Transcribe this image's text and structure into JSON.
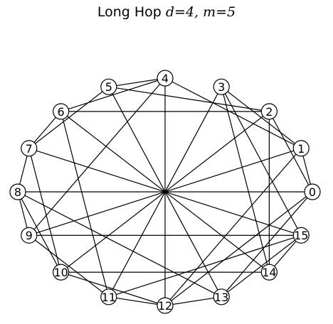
{
  "title": {
    "prefix": "Long Hop",
    "params": "d=4, m=5"
  },
  "graph": {
    "node_fill": "#ffffff",
    "node_stroke": "#000000",
    "edge_color": "#000000",
    "nodes": [
      {
        "id": "0",
        "label": "0"
      },
      {
        "id": "1",
        "label": "1"
      },
      {
        "id": "2",
        "label": "2"
      },
      {
        "id": "3",
        "label": "3"
      },
      {
        "id": "4",
        "label": "4"
      },
      {
        "id": "5",
        "label": "5"
      },
      {
        "id": "6",
        "label": "6"
      },
      {
        "id": "7",
        "label": "7"
      },
      {
        "id": "8",
        "label": "8"
      },
      {
        "id": "9",
        "label": "9"
      },
      {
        "id": "10",
        "label": "10"
      },
      {
        "id": "11",
        "label": "11"
      },
      {
        "id": "12",
        "label": "12"
      },
      {
        "id": "13",
        "label": "13"
      },
      {
        "id": "14",
        "label": "14"
      },
      {
        "id": "15",
        "label": "15"
      }
    ],
    "edges": [
      [
        "0",
        "1"
      ],
      [
        "0",
        "2"
      ],
      [
        "0",
        "8"
      ],
      [
        "0",
        "12"
      ],
      [
        "0",
        "13"
      ],
      [
        "1",
        "3"
      ],
      [
        "1",
        "4"
      ],
      [
        "1",
        "9"
      ],
      [
        "1",
        "12"
      ],
      [
        "2",
        "5"
      ],
      [
        "2",
        "6"
      ],
      [
        "2",
        "10"
      ],
      [
        "2",
        "14"
      ],
      [
        "3",
        "11"
      ],
      [
        "3",
        "14"
      ],
      [
        "3",
        "15"
      ],
      [
        "4",
        "5"
      ],
      [
        "4",
        "6"
      ],
      [
        "4",
        "9"
      ],
      [
        "4",
        "12"
      ],
      [
        "5",
        "7"
      ],
      [
        "5",
        "13"
      ],
      [
        "6",
        "7"
      ],
      [
        "6",
        "11"
      ],
      [
        "6",
        "14"
      ],
      [
        "7",
        "8"
      ],
      [
        "7",
        "10"
      ],
      [
        "7",
        "15"
      ],
      [
        "8",
        "9"
      ],
      [
        "8",
        "10"
      ],
      [
        "8",
        "13"
      ],
      [
        "9",
        "11"
      ],
      [
        "9",
        "15"
      ],
      [
        "10",
        "12"
      ],
      [
        "10",
        "14"
      ],
      [
        "11",
        "12"
      ],
      [
        "11",
        "15"
      ],
      [
        "12",
        "13"
      ],
      [
        "13",
        "15"
      ],
      [
        "14",
        "15"
      ]
    ]
  }
}
